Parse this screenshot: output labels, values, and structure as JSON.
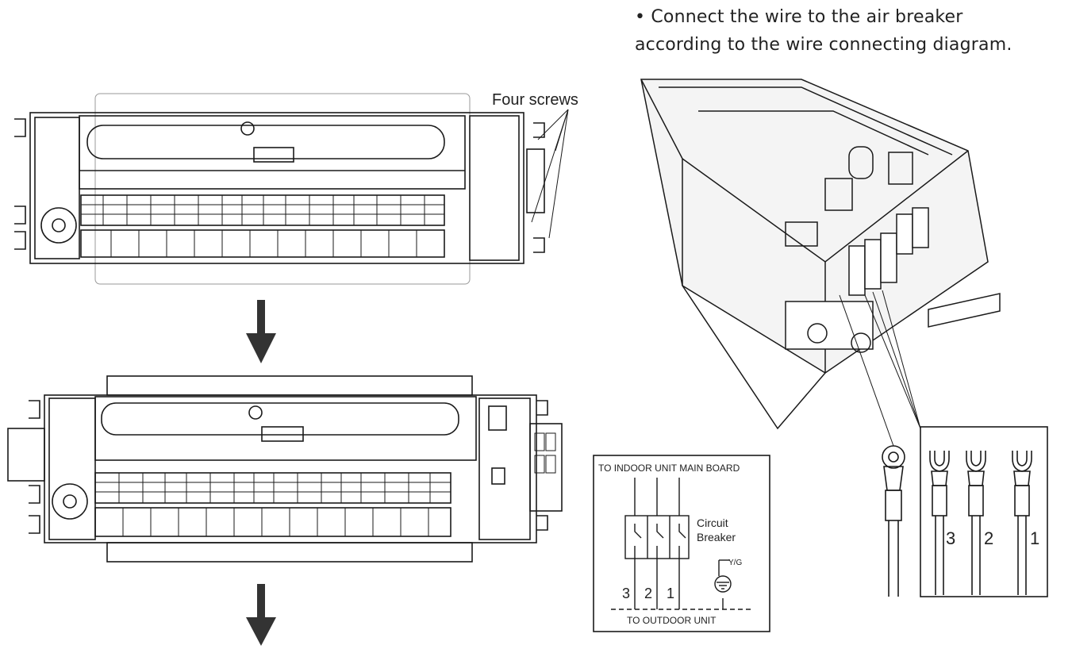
{
  "instruction": {
    "line1": "• Connect the wire to the air breaker",
    "line2": "according to the wire connecting diagram."
  },
  "callouts": {
    "screws": "Four screws"
  },
  "wiring_diagram": {
    "top_label": "TO INDOOR UNIT MAIN BOARD",
    "breaker_label_1": "Circuit",
    "breaker_label_2": "Breaker",
    "ground_label": "Y/G",
    "terminal_3": "3",
    "terminal_2": "2",
    "terminal_1": "1",
    "bottom_label": "TO OUTDOOR UNIT"
  },
  "wire_terminals": {
    "wire_3": "3",
    "wire_2": "2",
    "wire_1": "1"
  },
  "colors": {
    "line": "#1a1a1a",
    "panel_fill": "#f4f4f4",
    "arrow": "#333333"
  }
}
